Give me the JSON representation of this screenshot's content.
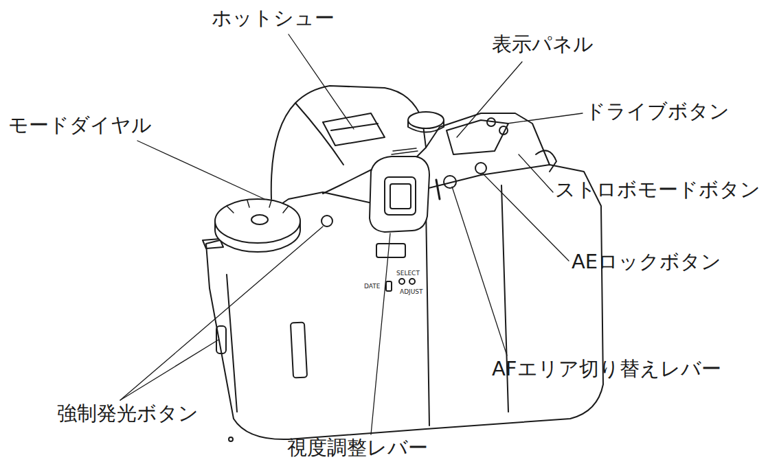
{
  "diagram": {
    "labels": [
      "ホットシュー",
      "表示パネル",
      "モードダイヤル",
      "ドライブボタン",
      "ストロボモードボタン",
      "AEロックボタン",
      "SELECT",
      "DATE",
      "ADJUST",
      "AFエリア切り替えレバー",
      "強制発光ボタン",
      "視度調整レバー"
    ]
  }
}
